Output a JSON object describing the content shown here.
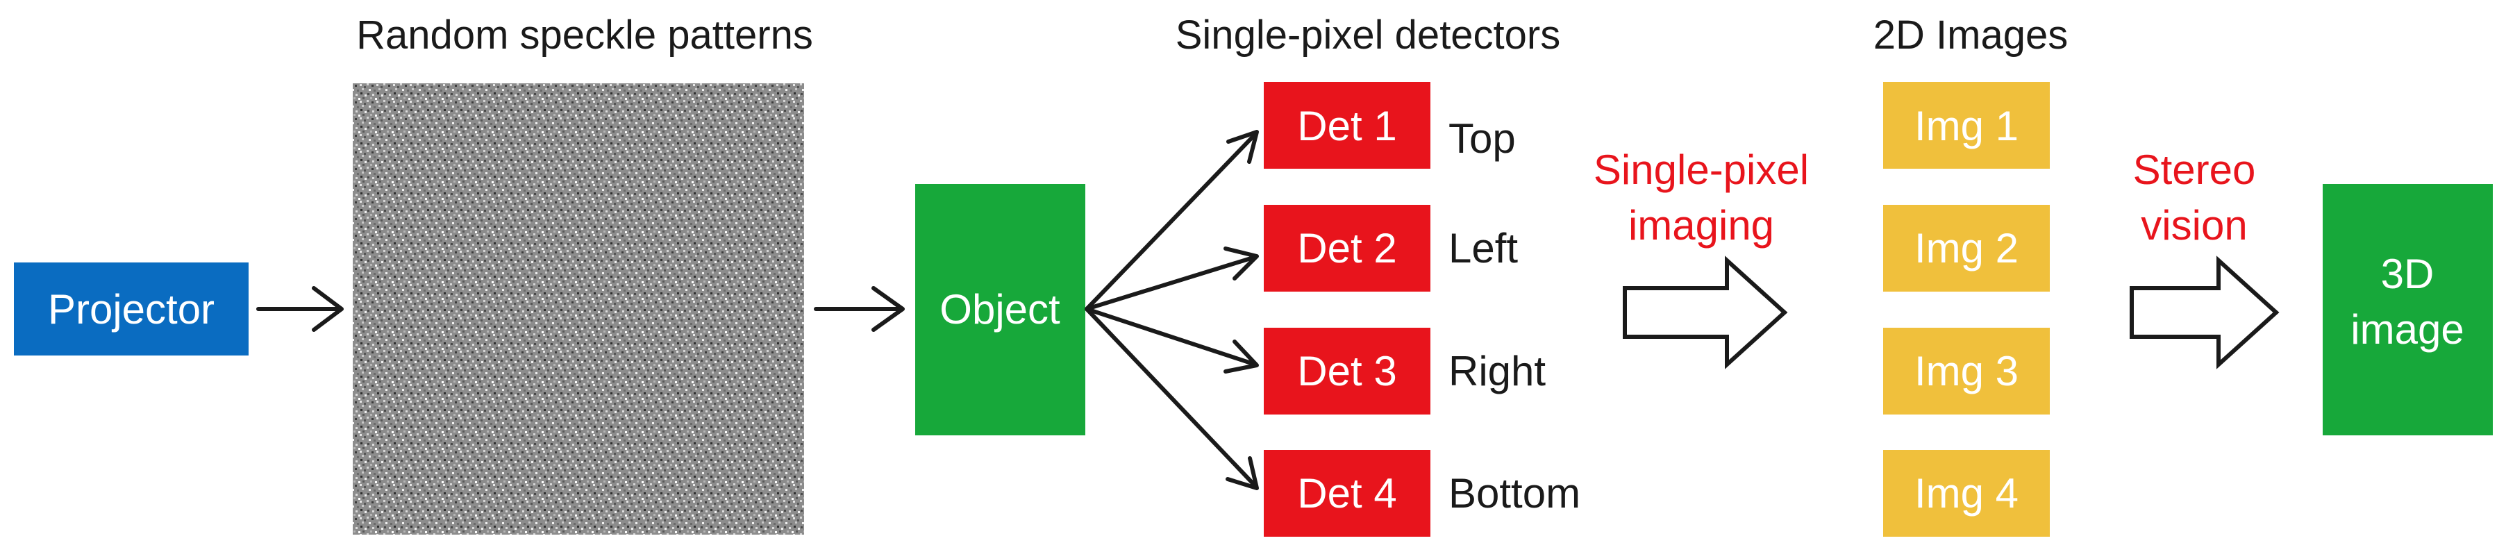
{
  "headings": {
    "speckle": "Random speckle patterns",
    "detectors": "Single-pixel detectors",
    "images2d": "2D Images"
  },
  "projector": {
    "label": "Projector"
  },
  "object": {
    "label": "Object"
  },
  "detectors": [
    {
      "label": "Det 1",
      "position": "Top"
    },
    {
      "label": "Det 2",
      "position": "Left"
    },
    {
      "label": "Det 3",
      "position": "Right"
    },
    {
      "label": "Det 4",
      "position": "Bottom"
    }
  ],
  "steps": {
    "spi": {
      "line1": "Single-pixel",
      "line2": "imaging"
    },
    "stereo": {
      "line1": "Stereo",
      "line2": "vision"
    }
  },
  "images": [
    "Img 1",
    "Img 2",
    "Img 3",
    "Img 4"
  ],
  "result": {
    "line1": "3D",
    "line2": "image"
  },
  "colors": {
    "projector": "#0a6cc1",
    "object": "#17a83a",
    "detector": "#e8141c",
    "image": "#f0c03c",
    "result": "#17a83a",
    "step_text": "#e8141c"
  },
  "icons": {
    "flow": "arrow-right-icon",
    "transform": "hollow-block-arrow-icon"
  }
}
